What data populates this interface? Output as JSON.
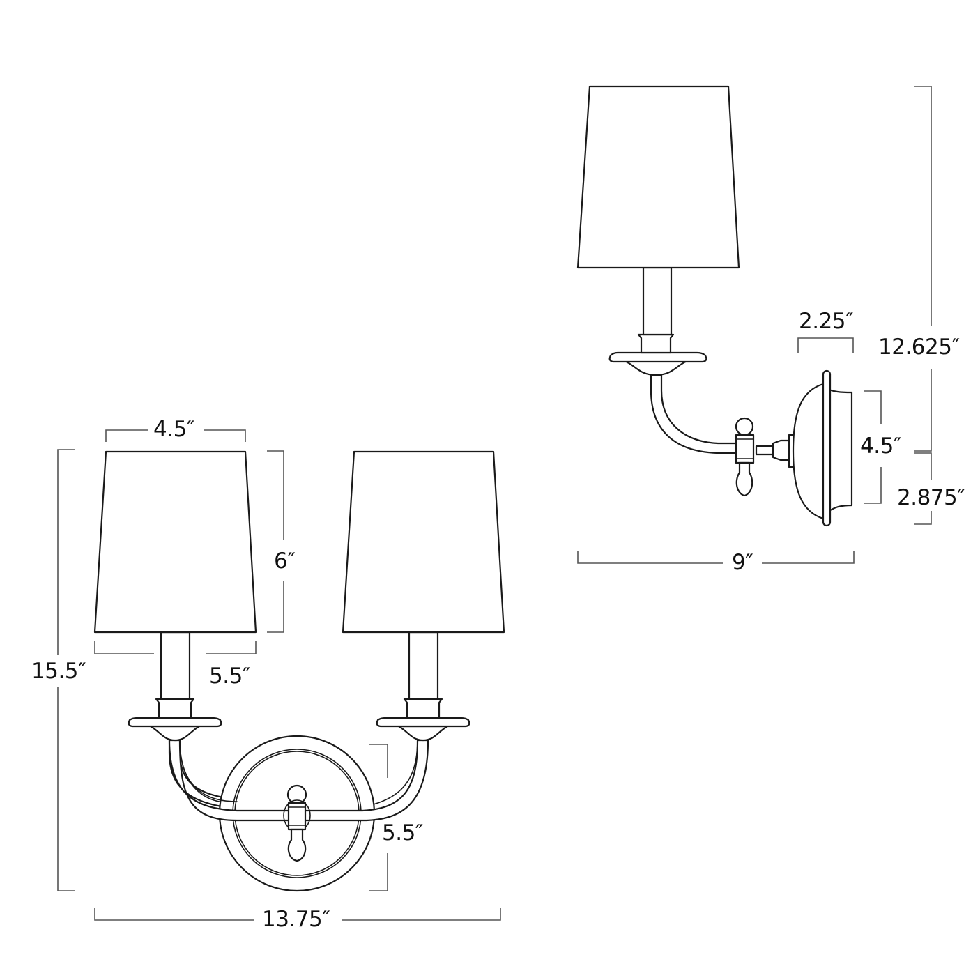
{
  "diagram": {
    "type": "dimension-drawing",
    "subject": "Two-light candle wall sconce with tapered shades",
    "colors": {
      "line": "#1a1a1a",
      "dimension_line": "#555555",
      "background": "#ffffff"
    },
    "front_view": {
      "shade_top_width": "4.5″",
      "shade_height": "6″",
      "shade_bottom_width": "5.5″",
      "overall_height": "15.5″",
      "backplate_diameter": "5.5″",
      "overall_width": "13.75″"
    },
    "side_view": {
      "overall_height": "12.625″",
      "backplate_depth": "2.25″",
      "backplate_height": "4.5″",
      "center_to_bottom": "2.875″",
      "overall_extension": "9″"
    }
  }
}
